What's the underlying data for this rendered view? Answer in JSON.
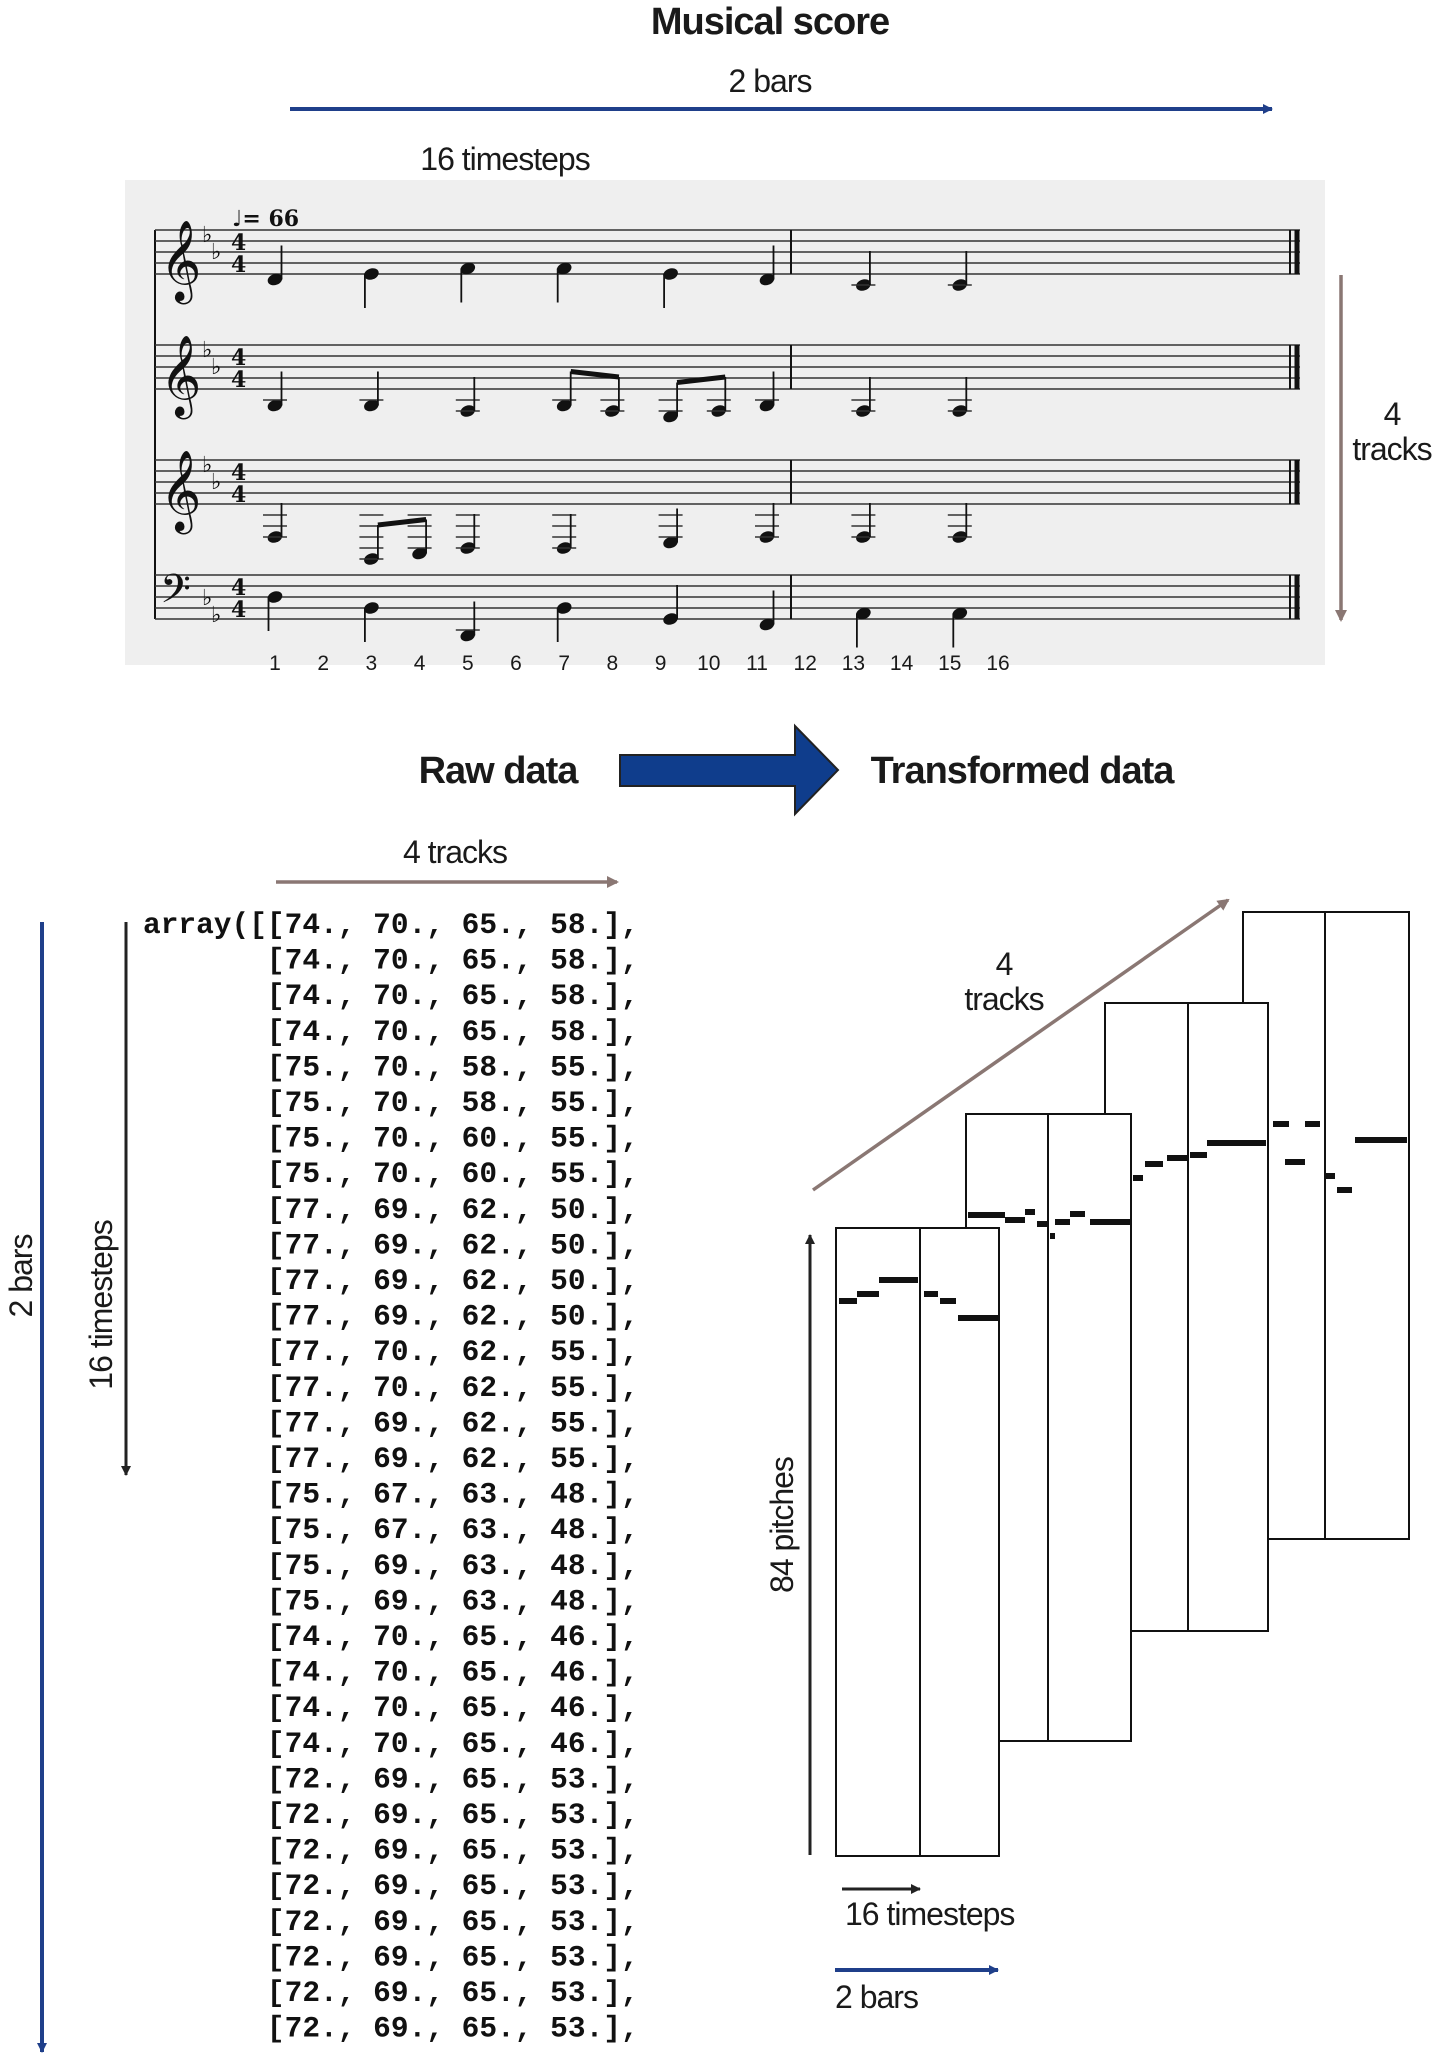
{
  "score": {
    "title": "Musical score",
    "bars_label": "2 bars",
    "timesteps_label": "16 timesteps",
    "tempo": "♩= 66",
    "tracks_label_line1": "4",
    "tracks_label_line2": "tracks",
    "timestep_numbers": [
      "1",
      "2",
      "3",
      "4",
      "5",
      "6",
      "7",
      "8",
      "9",
      "10",
      "11",
      "12",
      "13",
      "14",
      "15",
      "16"
    ],
    "staves": [
      {
        "clef": "treble",
        "notes": [
          {
            "t": 1,
            "y": 4.5
          },
          {
            "t": 5,
            "y": 4
          },
          {
            "t": 9,
            "y": 3.5
          },
          {
            "t": 13,
            "y": 3.5
          },
          {
            "t": 17,
            "y": 4
          },
          {
            "t": 21,
            "y": 4.5
          },
          {
            "t": 25,
            "y": 5
          },
          {
            "t": 29,
            "y": 5
          }
        ]
      },
      {
        "clef": "treble",
        "notes": [
          {
            "t": 1,
            "y": 5.5
          },
          {
            "t": 5,
            "y": 5.5
          },
          {
            "t": 9,
            "y": 6
          },
          {
            "t": 13,
            "y": 5.5,
            "beam": 1
          },
          {
            "t": 15,
            "y": 6,
            "beam": 1
          },
          {
            "t": 17,
            "y": 6.5,
            "beam": 2
          },
          {
            "t": 19,
            "y": 6,
            "beam": 2
          },
          {
            "t": 21,
            "y": 5.5
          },
          {
            "t": 25,
            "y": 6
          },
          {
            "t": 29,
            "y": 6
          }
        ]
      },
      {
        "clef": "treble",
        "notes": [
          {
            "t": 1,
            "y": 7
          },
          {
            "t": 5,
            "y": 9,
            "beam": 1
          },
          {
            "t": 7,
            "y": 8.5,
            "beam": 1
          },
          {
            "t": 9,
            "y": 8
          },
          {
            "t": 13,
            "y": 8
          },
          {
            "t": 17,
            "y": 7.5
          },
          {
            "t": 21,
            "y": 7
          },
          {
            "t": 25,
            "y": 7
          },
          {
            "t": 29,
            "y": 7
          }
        ]
      },
      {
        "clef": "bass",
        "notes": [
          {
            "t": 1,
            "y": 2
          },
          {
            "t": 5,
            "y": 3
          },
          {
            "t": 9,
            "y": 5.5
          },
          {
            "t": 13,
            "y": 3
          },
          {
            "t": 17,
            "y": 4
          },
          {
            "t": 21,
            "y": 4.5
          },
          {
            "t": 25,
            "y": 3.5
          },
          {
            "t": 29,
            "y": 3.5
          }
        ]
      }
    ]
  },
  "transform": {
    "raw_label": "Raw data",
    "transformed_label": "Transformed data"
  },
  "raw": {
    "tracks_label": "4 tracks",
    "timesteps_label": "16 timesteps",
    "bars_label": "2 bars",
    "array_lines": [
      "array([[74., 70., 65., 58.],",
      "       [74., 70., 65., 58.],",
      "       [74., 70., 65., 58.],",
      "       [74., 70., 65., 58.],",
      "       [75., 70., 58., 55.],",
      "       [75., 70., 58., 55.],",
      "       [75., 70., 60., 55.],",
      "       [75., 70., 60., 55.],",
      "       [77., 69., 62., 50.],",
      "       [77., 69., 62., 50.],",
      "       [77., 69., 62., 50.],",
      "       [77., 69., 62., 50.],",
      "       [77., 70., 62., 55.],",
      "       [77., 70., 62., 55.],",
      "       [77., 69., 62., 55.],",
      "       [77., 69., 62., 55.],",
      "       [75., 67., 63., 48.],",
      "       [75., 67., 63., 48.],",
      "       [75., 69., 63., 48.],",
      "       [75., 69., 63., 48.],",
      "       [74., 70., 65., 46.],",
      "       [74., 70., 65., 46.],",
      "       [74., 70., 65., 46.],",
      "       [74., 70., 65., 46.],",
      "       [72., 69., 65., 53.],",
      "       [72., 69., 65., 53.],",
      "       [72., 69., 65., 53.],",
      "       [72., 69., 65., 53.],",
      "       [72., 69., 65., 53.],",
      "       [72., 69., 65., 53.],",
      "       [72., 69., 65., 53.],",
      "       [72., 69., 65., 53.],"
    ]
  },
  "transformed": {
    "tracks_label_line1": "4",
    "tracks_label_line2": "tracks",
    "pitches_label": "84 pitches",
    "timesteps_label": "16 timesteps",
    "bars_label": "2 bars"
  },
  "colors": {
    "blue": "#1f3f8a",
    "taupe": "#8a7773",
    "dark_blue_arrow": "#0f3d8c",
    "score_bg": "#efefef"
  }
}
